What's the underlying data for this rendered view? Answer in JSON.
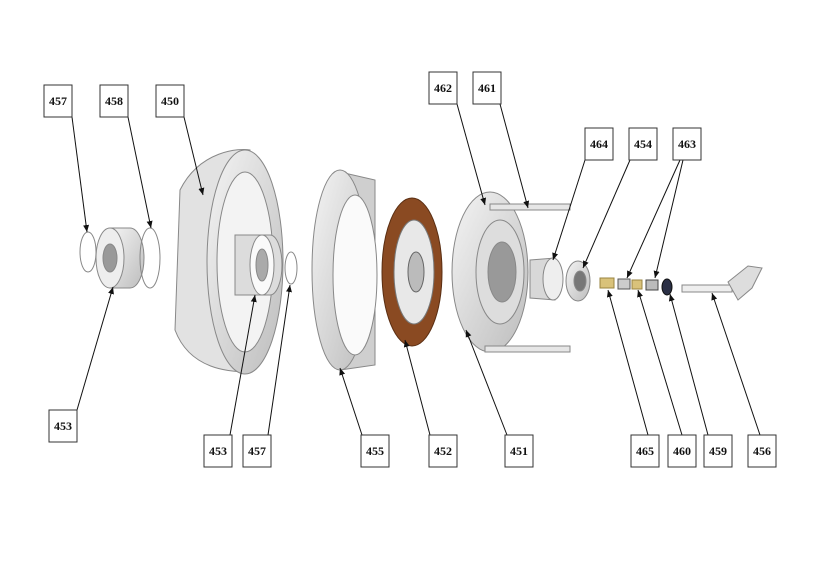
{
  "title": "Clutch assembly exploded view",
  "labels": {
    "l457a": "457",
    "l458": "458",
    "l450": "450",
    "l462": "462",
    "l461": "461",
    "l464": "464",
    "l454": "454",
    "l463": "463",
    "l453a": "453",
    "l453b": "453",
    "l457b": "457",
    "l455": "455",
    "l452": "452",
    "l451": "451",
    "l465": "465",
    "l460": "460",
    "l459": "459",
    "l456": "456"
  },
  "colors": {
    "friction_disc": "#8a4a22",
    "metal": "#d8d8d8",
    "brass": "#d9c27a",
    "dark_ring": "#2a2f45"
  }
}
